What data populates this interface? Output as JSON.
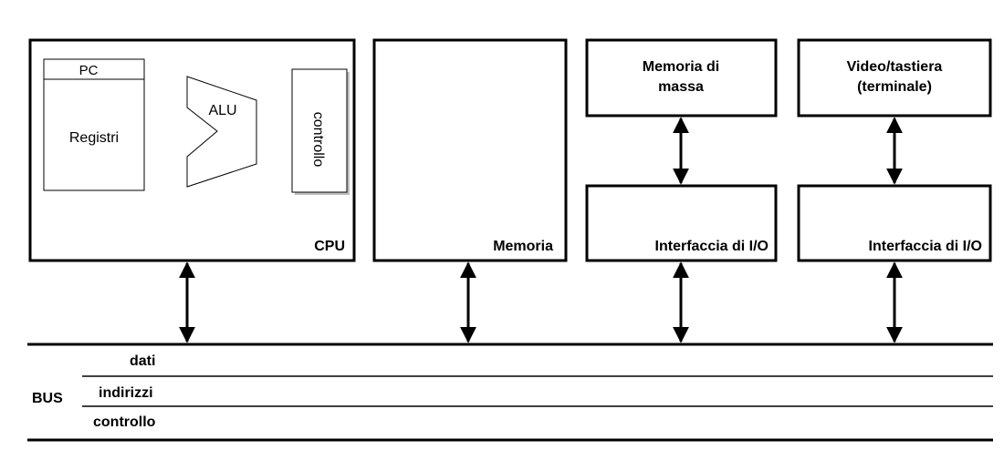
{
  "cpu": {
    "label": "CPU",
    "pc_label": "PC",
    "registers_label": "Registri",
    "alu_label": "ALU",
    "control_label": "controllo"
  },
  "memory": {
    "label": "Memoria"
  },
  "mass_storage": {
    "device_line1": "Memoria di",
    "device_line2": "massa",
    "interface_label": "Interfaccia di I/O"
  },
  "terminal": {
    "device_line1": "Video/tastiera",
    "device_line2": "(terminale)",
    "interface_label": "Interfaccia di I/O"
  },
  "bus": {
    "label": "BUS",
    "lines": [
      "dati",
      "indirizzi",
      "controllo"
    ]
  }
}
